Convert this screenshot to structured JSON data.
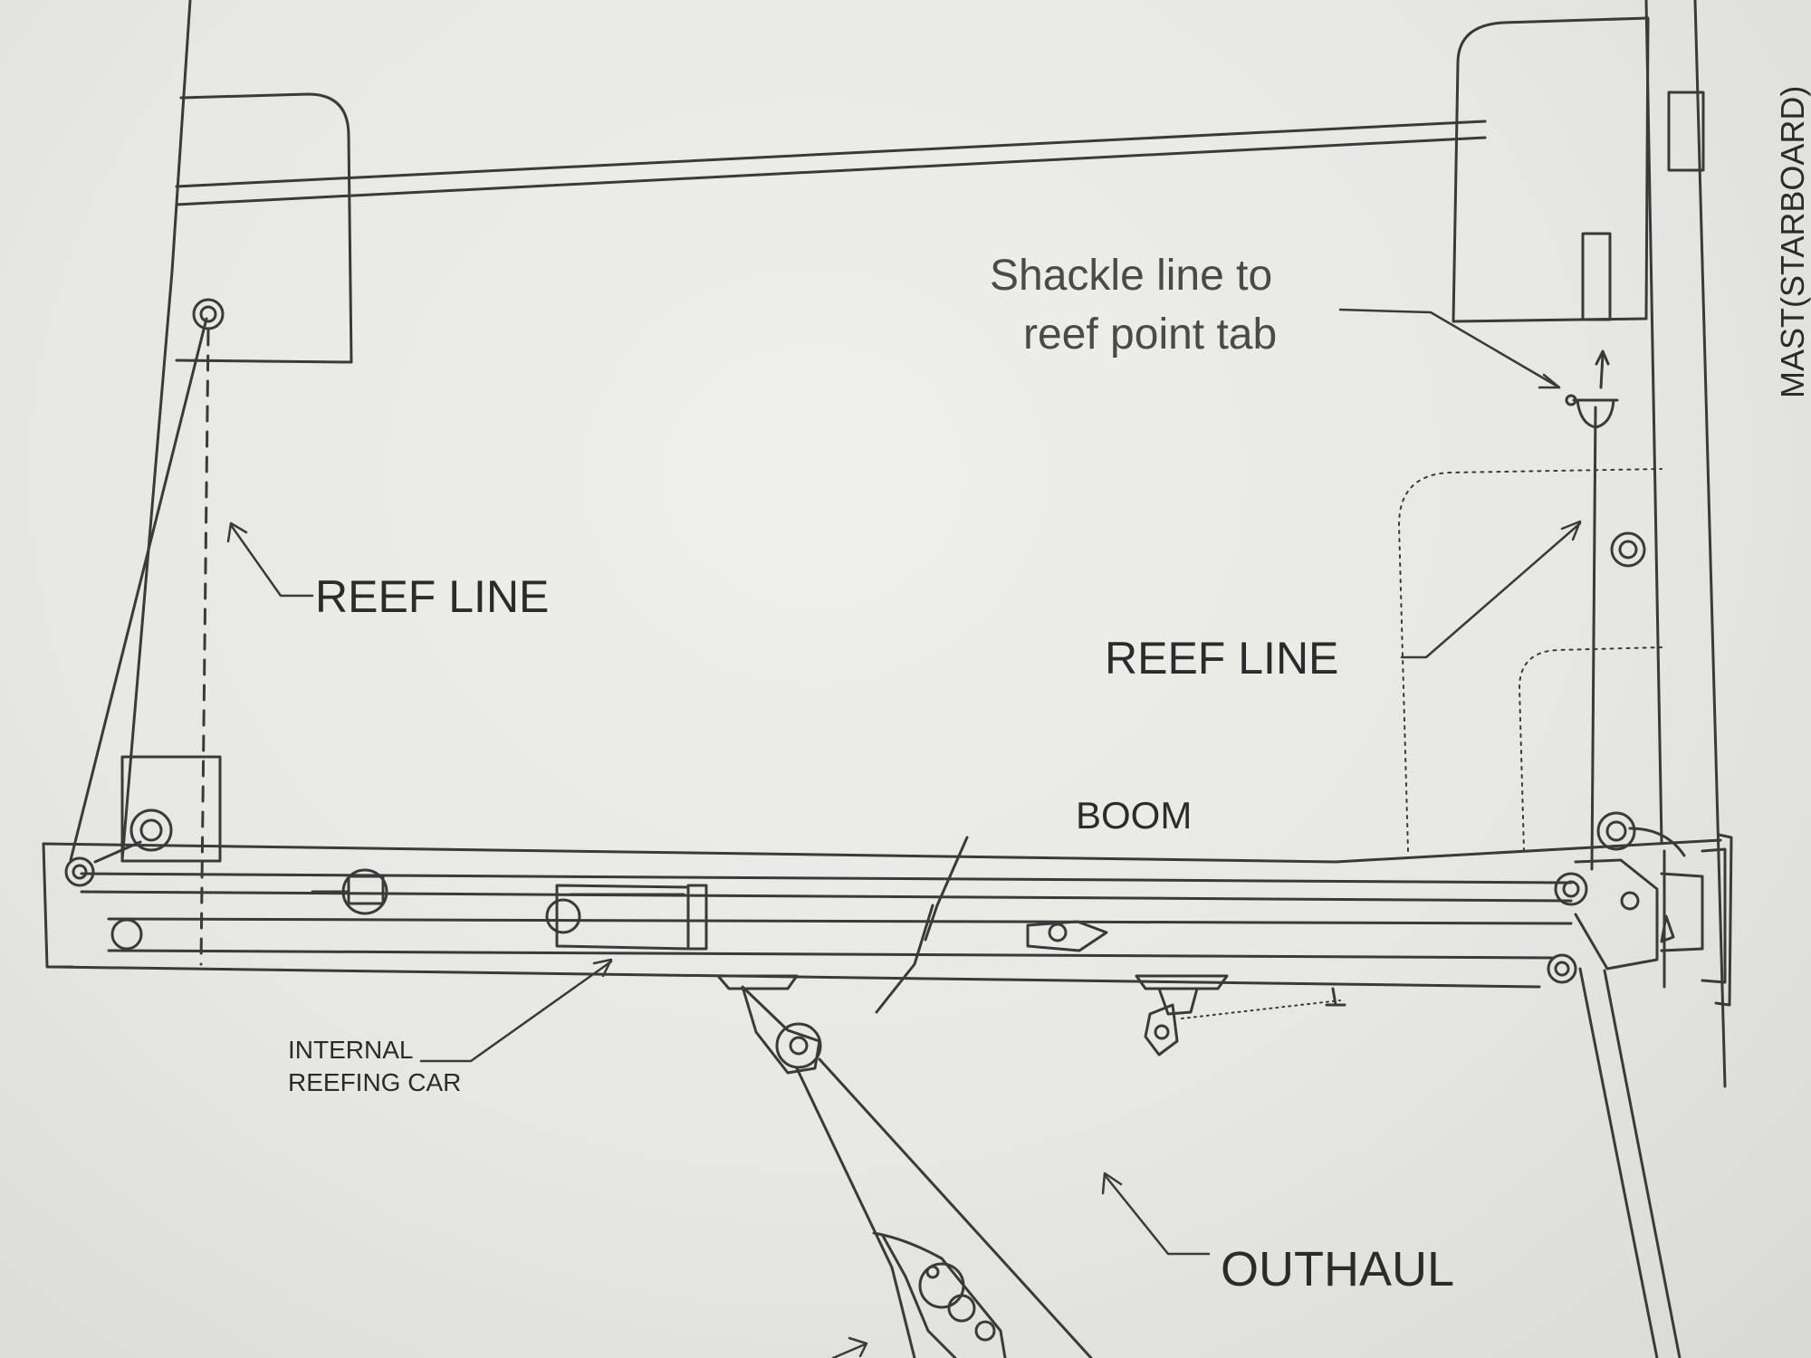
{
  "labels": {
    "shackle_note_line1": "Shackle line to",
    "shackle_note_line2": "reef point tab",
    "reef_line_left": "REEF LINE",
    "reef_line_right": "REEF LINE",
    "boom": "BOOM",
    "internal_reefing_car_line1": "INTERNAL",
    "internal_reefing_car_line2": "REEFING CAR",
    "outhaul": "OUTHAUL",
    "mast_starboard": "MAST(STARBOARD)"
  },
  "colors": {
    "ink": "#3a3a3a",
    "paper": "#e8e8e5"
  }
}
